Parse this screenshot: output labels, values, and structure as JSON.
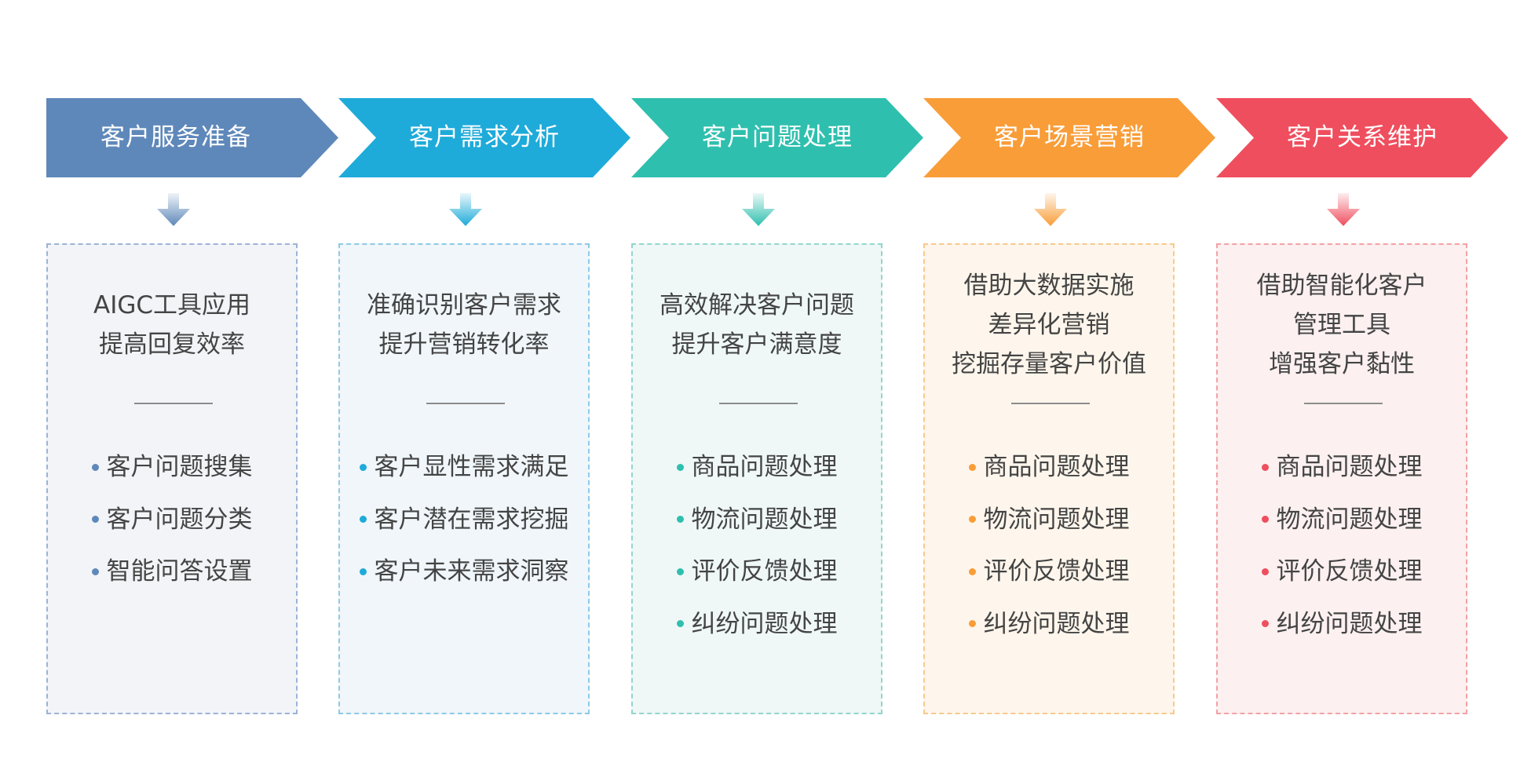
{
  "stages": [
    {
      "title": "客户服务准备",
      "color": "#5f88ba",
      "box_bg": "#f2f4f8",
      "box_border": "#9db3d6",
      "desc": [
        "AIGC工具应用",
        "提高回复效率"
      ],
      "items": [
        "客户问题搜集",
        "客户问题分类",
        "智能问答设置"
      ]
    },
    {
      "title": "客户需求分析",
      "color": "#1eabd9",
      "box_bg": "#f0f6fa",
      "box_border": "#8fc9e6",
      "desc": [
        "准确识别客户需求",
        "提升营销转化率"
      ],
      "items": [
        "客户显性需求满足",
        "客户潜在需求挖掘",
        "客户未来需求洞察"
      ]
    },
    {
      "title": "客户问题处理",
      "color": "#2fbfae",
      "box_bg": "#eff8f7",
      "box_border": "#92d6cd",
      "desc": [
        "高效解决客户问题",
        "提升客户满意度"
      ],
      "items": [
        "商品问题处理",
        "物流问题处理",
        "评价反馈处理",
        "纠纷问题处理"
      ]
    },
    {
      "title": "客户场景营销",
      "color": "#f99d38",
      "box_bg": "#fef6ec",
      "box_border": "#f8c98e",
      "desc": [
        "借助大数据实施",
        "差异化营销",
        "挖掘存量客户价值"
      ],
      "items": [
        "商品问题处理",
        "物流问题处理",
        "评价反馈处理",
        "纠纷问题处理"
      ]
    },
    {
      "title": "客户关系维护",
      "color": "#ef4e5e",
      "box_bg": "#fcf0f0",
      "box_border": "#f2a1a6",
      "desc": [
        "借助智能化客户",
        "管理工具",
        "增强客户黏性"
      ],
      "items": [
        "商品问题处理",
        "物流问题处理",
        "评价反馈处理",
        "纠纷问题处理"
      ]
    }
  ]
}
